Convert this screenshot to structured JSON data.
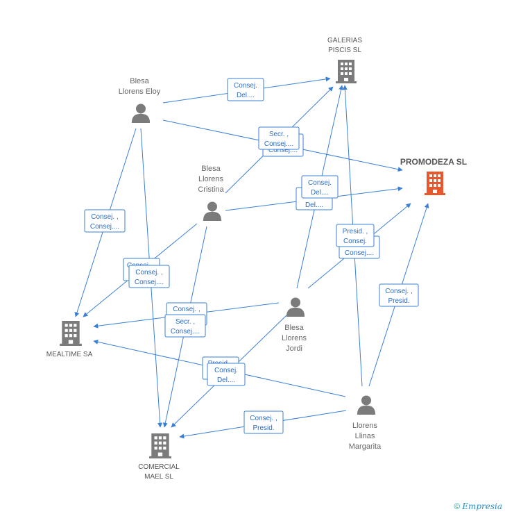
{
  "colors": {
    "edge": "#3a7fd6",
    "person": "#7b7b7b",
    "company": "#7b7b7b",
    "focus_company": "#e8582f",
    "label_border": "#3a7fd6"
  },
  "nodes": [
    {
      "id": "galerias",
      "type": "company",
      "lines": [
        "GALERIAS",
        "PISCIS SL"
      ],
      "focus": false,
      "icon": "building-icon"
    },
    {
      "id": "promodeza",
      "type": "company",
      "lines": [
        "PROMODEZA SL"
      ],
      "focus": true,
      "icon": "building-icon"
    },
    {
      "id": "mealtime",
      "type": "company",
      "lines": [
        "MEALTIME SA"
      ],
      "focus": false,
      "icon": "building-icon"
    },
    {
      "id": "comercial",
      "type": "company",
      "lines": [
        "COMERCIAL",
        "MAEL SL"
      ],
      "focus": false,
      "icon": "building-icon"
    },
    {
      "id": "eloy",
      "type": "person",
      "lines": [
        "Blesa",
        "Llorens Eloy"
      ],
      "icon": "person-icon"
    },
    {
      "id": "cristina",
      "type": "person",
      "lines": [
        "Blesa",
        "Llorens",
        "Cristina"
      ],
      "icon": "person-icon"
    },
    {
      "id": "jordi",
      "type": "person",
      "lines": [
        "Blesa",
        "Llorens",
        "Jordi"
      ],
      "icon": "person-icon"
    },
    {
      "id": "margarita",
      "type": "person",
      "lines": [
        "Llorens",
        "Llinas",
        "Margarita"
      ],
      "icon": "person-icon"
    }
  ],
  "edge_labels": [
    {
      "id": "eloy-galerias",
      "lines": [
        "Consej.",
        "Del...."
      ]
    },
    {
      "id": "eloy-promodeza-back",
      "lines": [
        "Consej...."
      ]
    },
    {
      "id": "eloy-promodeza",
      "lines": [
        "Secr. ,",
        "Consej...."
      ]
    },
    {
      "id": "cristina-promodeza-back",
      "lines": [
        "Del...."
      ]
    },
    {
      "id": "cristina-promodeza",
      "lines": [
        "Consej.",
        "Del...."
      ]
    },
    {
      "id": "jordi-promodeza-back",
      "lines": [
        "Consej...."
      ]
    },
    {
      "id": "jordi-promodeza",
      "lines": [
        "Presid. ,",
        "Consej."
      ]
    },
    {
      "id": "eloy-mealtime",
      "lines": [
        "Consej. ,",
        "Consej...."
      ]
    },
    {
      "id": "cristina-mealtime-back",
      "lines": [
        "Consej...."
      ]
    },
    {
      "id": "cristina-mealtime",
      "lines": [
        "Consej. ,",
        "Consej...."
      ]
    },
    {
      "id": "jordi-mealtime-back",
      "lines": [
        "Consej. ,"
      ]
    },
    {
      "id": "jordi-mealtime",
      "lines": [
        "Secr. ,",
        "Consej...."
      ]
    },
    {
      "id": "margarita-promodeza",
      "lines": [
        "Consej. ,",
        "Presid."
      ]
    },
    {
      "id": "margarita-mealtime-back",
      "lines": [
        "Presid. ,"
      ]
    },
    {
      "id": "margarita-mealtime",
      "lines": [
        "Consej.",
        "Del...."
      ]
    },
    {
      "id": "margarita-comercial",
      "lines": [
        "Consej. ,",
        "Presid."
      ]
    }
  ],
  "footer": {
    "copyright": "©",
    "brand": "Empresia"
  }
}
